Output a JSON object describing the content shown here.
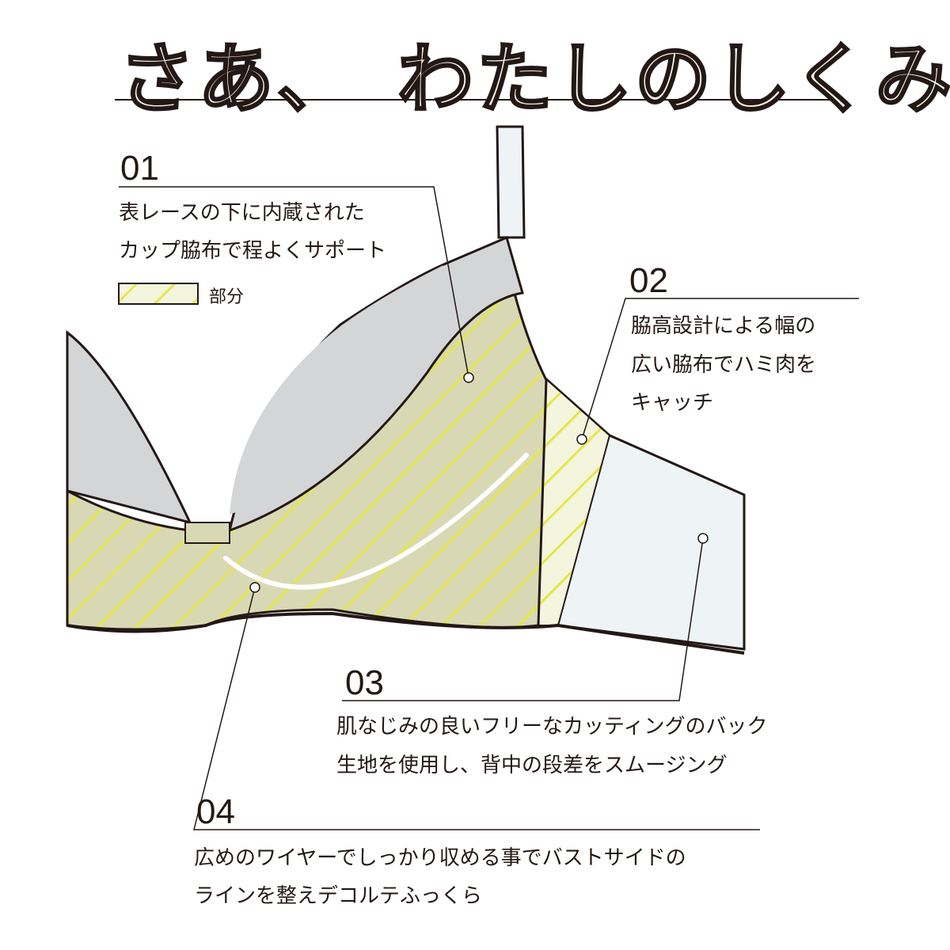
{
  "title": "さあ、　わたしのしくみ",
  "points": [
    {
      "number": "01",
      "lines": [
        "表レースの下に内蔵された",
        "カップ脇布で程よくサポート"
      ],
      "legend_label": "部分"
    },
    {
      "number": "02",
      "lines": [
        "脇高設計による幅の",
        "広い脇布でハミ肉を",
        "キャッチ"
      ]
    },
    {
      "number": "03",
      "lines": [
        "肌なじみの良いフリーなカッティングのバック",
        "生地を使用し、背中の段差をスムージング"
      ]
    },
    {
      "number": "04",
      "lines": [
        "広めのワイヤーでしっかり収める事でバストサイドの",
        "ラインを整えデコルテふっくら"
      ]
    }
  ],
  "colors": {
    "cup": "#d4d5d7",
    "lining": "#d8d9b4",
    "hatch": "#e6e64a",
    "side": "#f3f5dc",
    "back": "#eef3f6",
    "line": "#231815"
  }
}
